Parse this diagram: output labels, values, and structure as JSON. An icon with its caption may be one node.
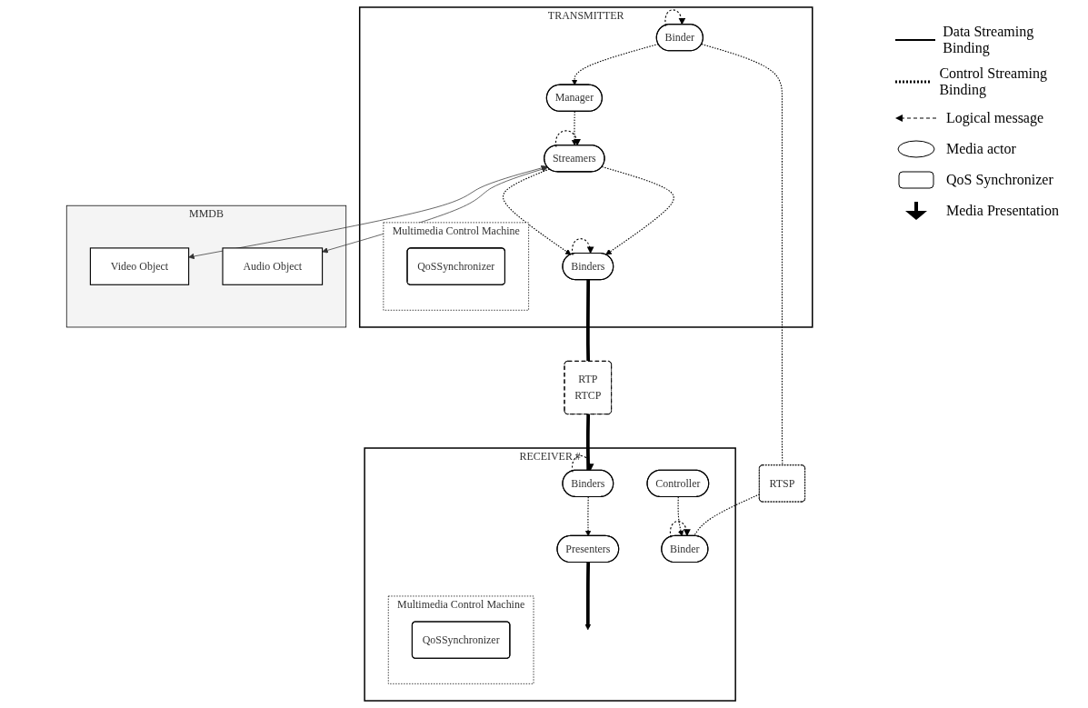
{
  "diagram": {
    "nodes": [
      {
        "text": [
          "TRANSMITTER"
        ]
      },
      {
        "text": [
          "Multimedia Control Machine"
        ],
        "in": 0
      },
      {
        "text": [
          "QoSSynchronizer"
        ],
        "in": 1
      },
      {
        "text": [
          "Binders"
        ],
        "in": 0
      },
      {
        "text": [
          "Streamers"
        ],
        "in": 0
      },
      {
        "text": [
          "Manager"
        ],
        "in": 0
      },
      {
        "text": [
          "Binder"
        ],
        "in": 0
      },
      {
        "text": [
          "MMDB"
        ]
      },
      {
        "text": [
          "Video Object"
        ],
        "in": 7
      },
      {
        "text": [
          "Audio Object"
        ],
        "in": 7
      },
      {
        "text": [
          "RTP",
          "RTCP"
        ]
      },
      {
        "text": [
          "RTSP"
        ]
      },
      {
        "text": [
          "RECEIVER #"
        ]
      },
      {
        "text": [
          "Multimedia Control Machine"
        ],
        "in": 12
      },
      {
        "text": [
          "QoSSynchronizer"
        ],
        "in": 13
      },
      {
        "text": [
          "Binders"
        ],
        "in": 12
      },
      {
        "text": [
          "Presenters"
        ],
        "in": 12
      },
      {
        "text": [
          "Binder"
        ],
        "in": 12
      },
      {
        "text": [
          "Controller"
        ],
        "in": 12
      }
    ],
    "edges": [
      {
        "from": 3,
        "to": 3,
        "arrow": "to",
        "style": "dashed"
      },
      {
        "from": 4,
        "to": 4,
        "arrow": "to",
        "style": "dashed"
      },
      {
        "from": 4,
        "to": 3,
        "arrow": "to",
        "style": "dashed"
      },
      {
        "from": 4,
        "to": 3,
        "arrow": "to",
        "style": "dashed"
      },
      {
        "from": 5,
        "to": 4,
        "arrow": "to",
        "style": "dashed"
      },
      {
        "from": 6,
        "to": 6,
        "arrow": "to",
        "style": "dashed"
      },
      {
        "from": 6,
        "to": 5,
        "arrow": "to",
        "style": "dashed"
      },
      {
        "from": 4,
        "to": 8,
        "arrow": "both"
      },
      {
        "from": 4,
        "to": 9,
        "arrow": "both"
      },
      {
        "from": 3,
        "to": 10,
        "arrow": "none",
        "style": "thick"
      },
      {
        "from": 10,
        "to": 15,
        "arrow": "none",
        "style": "thick"
      },
      {
        "from": 6,
        "to": 11,
        "arrow": "none",
        "style": "dashed"
      },
      {
        "from": 11,
        "to": 17,
        "arrow": "none",
        "style": "dashed"
      },
      {
        "from": 15,
        "to": 15,
        "arrow": "to",
        "style": "dashed"
      },
      {
        "from": 15,
        "to": 16,
        "arrow": "to",
        "style": "dashed"
      },
      {
        "from": 17,
        "to": 17,
        "arrow": "to",
        "style": "dashed"
      },
      {
        "from": 18,
        "to": 17,
        "arrow": "to",
        "style": "dashed"
      },
      {
        "from": 16,
        "to": null,
        "arrow": "to",
        "style": "thick"
      }
    ],
    "legend": [
      {
        "text": "Data Streaming Binding"
      },
      {
        "text": "Control Streaming Binding"
      },
      {
        "text": "Logical message"
      },
      {
        "text": "Media actor"
      },
      {
        "text": "QoS Synchronizer"
      },
      {
        "text": "Media Presentation"
      }
    ]
  }
}
